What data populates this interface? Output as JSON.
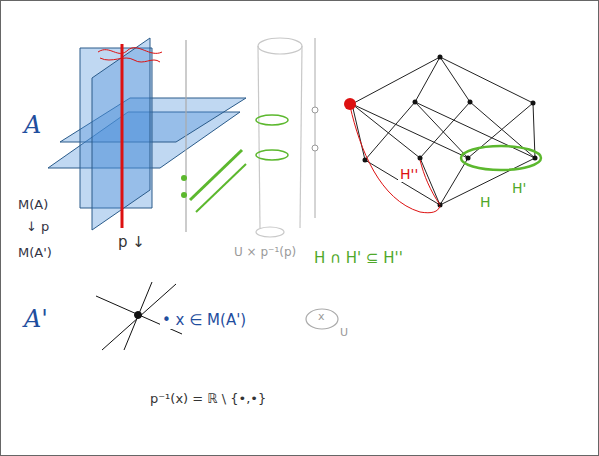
{
  "diagram": {
    "labels": [
      "A",
      "M(A)",
      "↓ p",
      "M(A')",
      "p ↓",
      "U × p⁻¹(p)",
      "H ∩ H' ⊆ H''",
      "H''",
      "H",
      "H'",
      "A'",
      "• x ∈ M(A')",
      "x",
      "U",
      "p⁻¹(x) = ℝ \\ {•,•}"
    ]
  }
}
